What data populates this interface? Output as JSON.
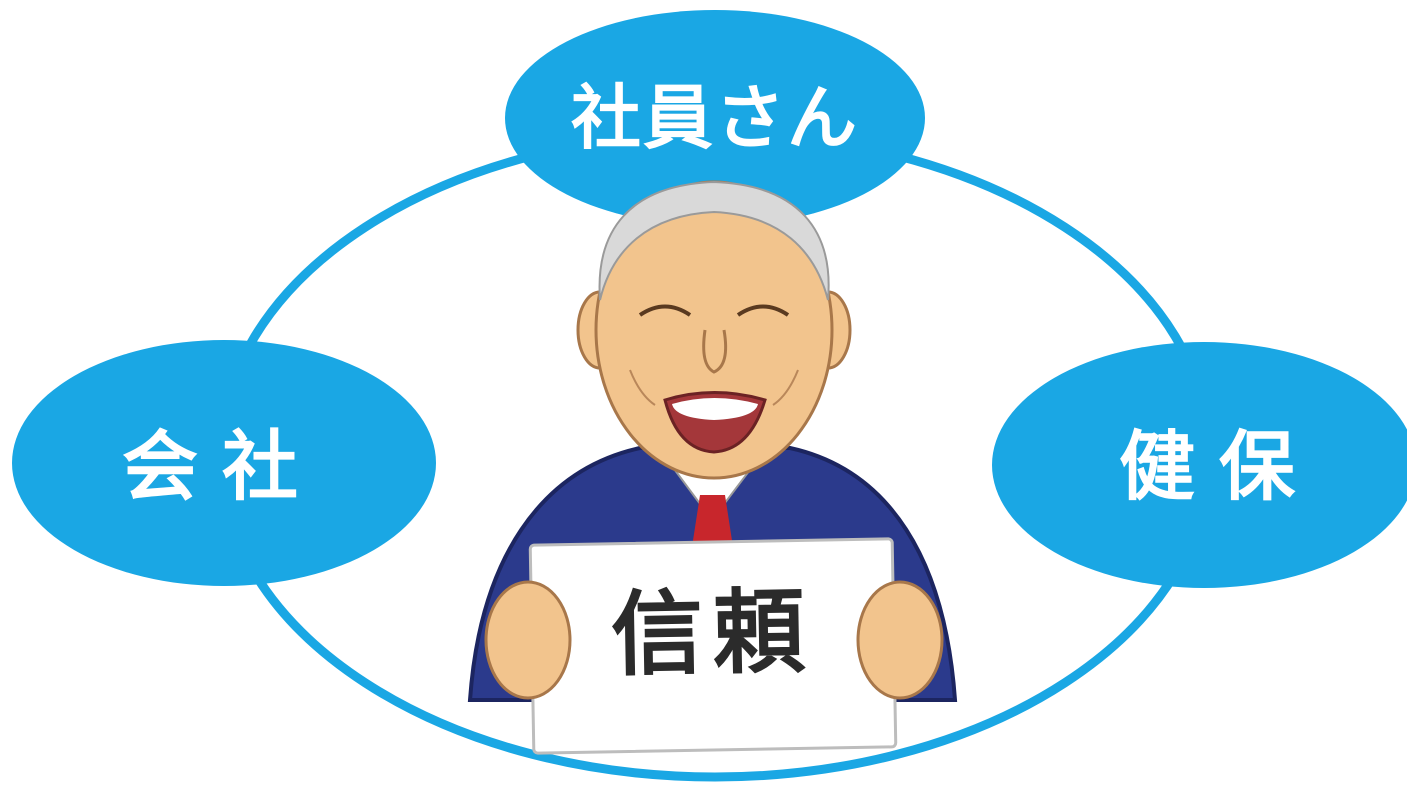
{
  "nodes": {
    "employees": "社員さん",
    "company": "会社",
    "health_insurance": "健保"
  },
  "center": {
    "sign_text": "信頼",
    "figure": "smiling-elderly-man-holding-sign"
  },
  "colors": {
    "accent_blue": "#1aa7e4",
    "label_text": "#ffffff",
    "suit_navy": "#2b3a8c",
    "skin": "#f2c48d",
    "tie_red": "#c8262c",
    "sign_paper": "#ffffff"
  }
}
